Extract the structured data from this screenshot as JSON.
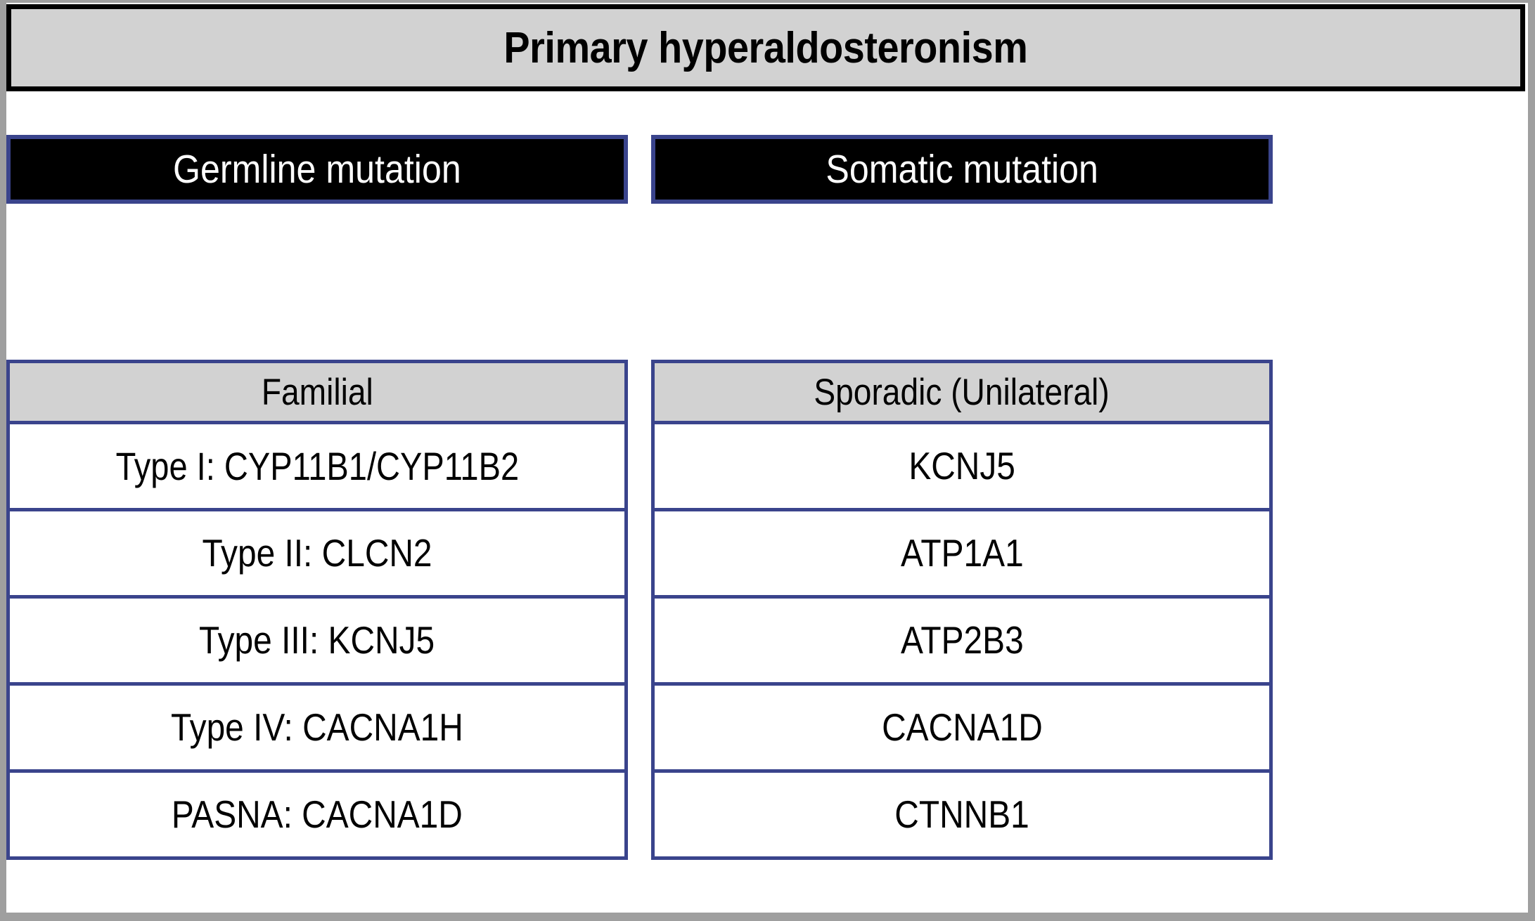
{
  "figure": {
    "title": "Primary hyperaldosteronism",
    "colors": {
      "title_fill": "#D2D2D2",
      "title_border": "#000000",
      "header_fill": "#000000",
      "header_text": "#FFFFFF",
      "box_border": "#3A448C",
      "table_header_fill": "#D2D2D2",
      "row_fill": "#FFFFFF",
      "frame_border": "#9F9F9F"
    }
  },
  "columns": [
    {
      "mutation_header": "Germline mutation",
      "table_header": "Familial",
      "rows": [
        "Type I: CYP11B1/CYP11B2",
        "Type II: CLCN2",
        "Type III: KCNJ5",
        "Type IV: CACNA1H",
        "PASNA: CACNA1D"
      ]
    },
    {
      "mutation_header": "Somatic mutation",
      "table_header": "Sporadic (Unilateral)",
      "rows": [
        "KCNJ5",
        "ATP1A1",
        "ATP2B3",
        "CACNA1D",
        "CTNNB1"
      ]
    }
  ]
}
